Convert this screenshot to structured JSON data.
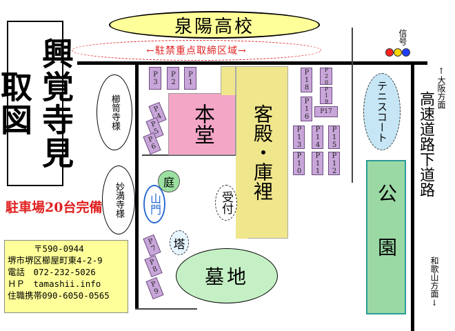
{
  "title": "興覚寺見取図",
  "school": "泉陽高校",
  "no_parking": "←駐禁重点取締区域→",
  "signal": "信号",
  "buildings": {
    "hondo": "本堂",
    "kyakuden": "客殿・庫裡",
    "uketsuke": "受付",
    "niwa": "庭",
    "sanmon": "山門",
    "tou": "塔",
    "bochi": "墓地",
    "tennis": "テニスコート",
    "park": "公園"
  },
  "neighbors": {
    "left_top": "櫛笥寺様",
    "left_bottom": "妙満寺様"
  },
  "highway": "高速道路下道路",
  "direction_osaka": "↑大阪方面",
  "direction_wakayama": "和歌山方面↓",
  "parking_note": "駐車場20台完備",
  "contact": {
    "zip": "〒590-0944",
    "address": "堺市堺区櫛屋町東4-2-9",
    "tel": "電話　072-232-5026",
    "hp": "ＨＰ　tamashii.info",
    "mobile": "住職携帯090-6050-0565"
  },
  "parking_spaces": {
    "p1": "P1",
    "p2": "P2",
    "p3": "P3",
    "p4": "P4",
    "p5": "P5",
    "p6": "P6",
    "p7": "P7",
    "p8": "P8",
    "p9": "P9",
    "p10": "P10",
    "p11": "P11",
    "p12": "P12",
    "p13": "P13",
    "p14": "P14",
    "p15": "P15",
    "p16": "P16",
    "p17": "P17",
    "p18": "P18",
    "p19": "P19",
    "p20": "P20"
  },
  "colors": {
    "school_fill": "#ffff99",
    "hondo_fill": "#f4a6c6",
    "kyakuden_fill": "#f0e68c",
    "tennis_fill": "#c6e6f5",
    "park_fill": "#9bd9a4",
    "bochi_fill": "#c5f0c5",
    "parking_fill": "#c9a6da",
    "note_fill": "#ffff99"
  }
}
